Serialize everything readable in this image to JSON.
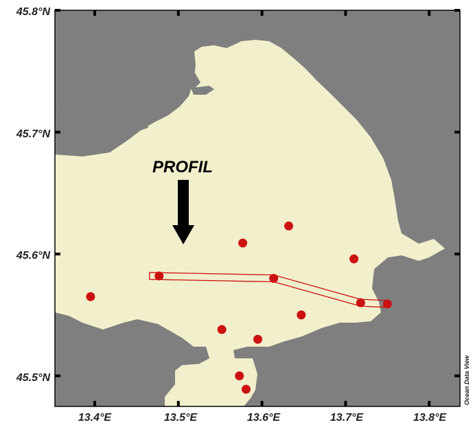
{
  "map": {
    "profile_label": "PROFIL",
    "credit": "Ocean Data View",
    "lat_labels": [
      "45.8°N",
      "45.7°N",
      "45.6°N",
      "45.5°N"
    ],
    "lon_labels": [
      "13.4°E",
      "13.5°E",
      "13.6°E",
      "13.7°E",
      "13.8°E"
    ],
    "colors": {
      "sea": "#f2efcc",
      "land": "#7f7f7f",
      "station": "#cc1111",
      "profile_line": "#cc1111",
      "frame": "#000000"
    },
    "stations": [
      {
        "lon": 13.632,
        "lat": 45.623
      },
      {
        "lon": 13.577,
        "lat": 45.609
      },
      {
        "lon": 13.71,
        "lat": 45.596
      },
      {
        "lon": 13.477,
        "lat": 45.582
      },
      {
        "lon": 13.614,
        "lat": 45.58
      },
      {
        "lon": 13.395,
        "lat": 45.565
      },
      {
        "lon": 13.718,
        "lat": 45.56
      },
      {
        "lon": 13.75,
        "lat": 45.559
      },
      {
        "lon": 13.647,
        "lat": 45.55
      },
      {
        "lon": 13.552,
        "lat": 45.538
      },
      {
        "lon": 13.595,
        "lat": 45.53
      },
      {
        "lon": 13.573,
        "lat": 45.5
      },
      {
        "lon": 13.581,
        "lat": 45.489
      }
    ],
    "profile_track": [
      {
        "lon": 13.477,
        "lat": 45.582
      },
      {
        "lon": 13.614,
        "lat": 45.58
      },
      {
        "lon": 13.718,
        "lat": 45.56
      },
      {
        "lon": 13.75,
        "lat": 45.559
      }
    ]
  }
}
